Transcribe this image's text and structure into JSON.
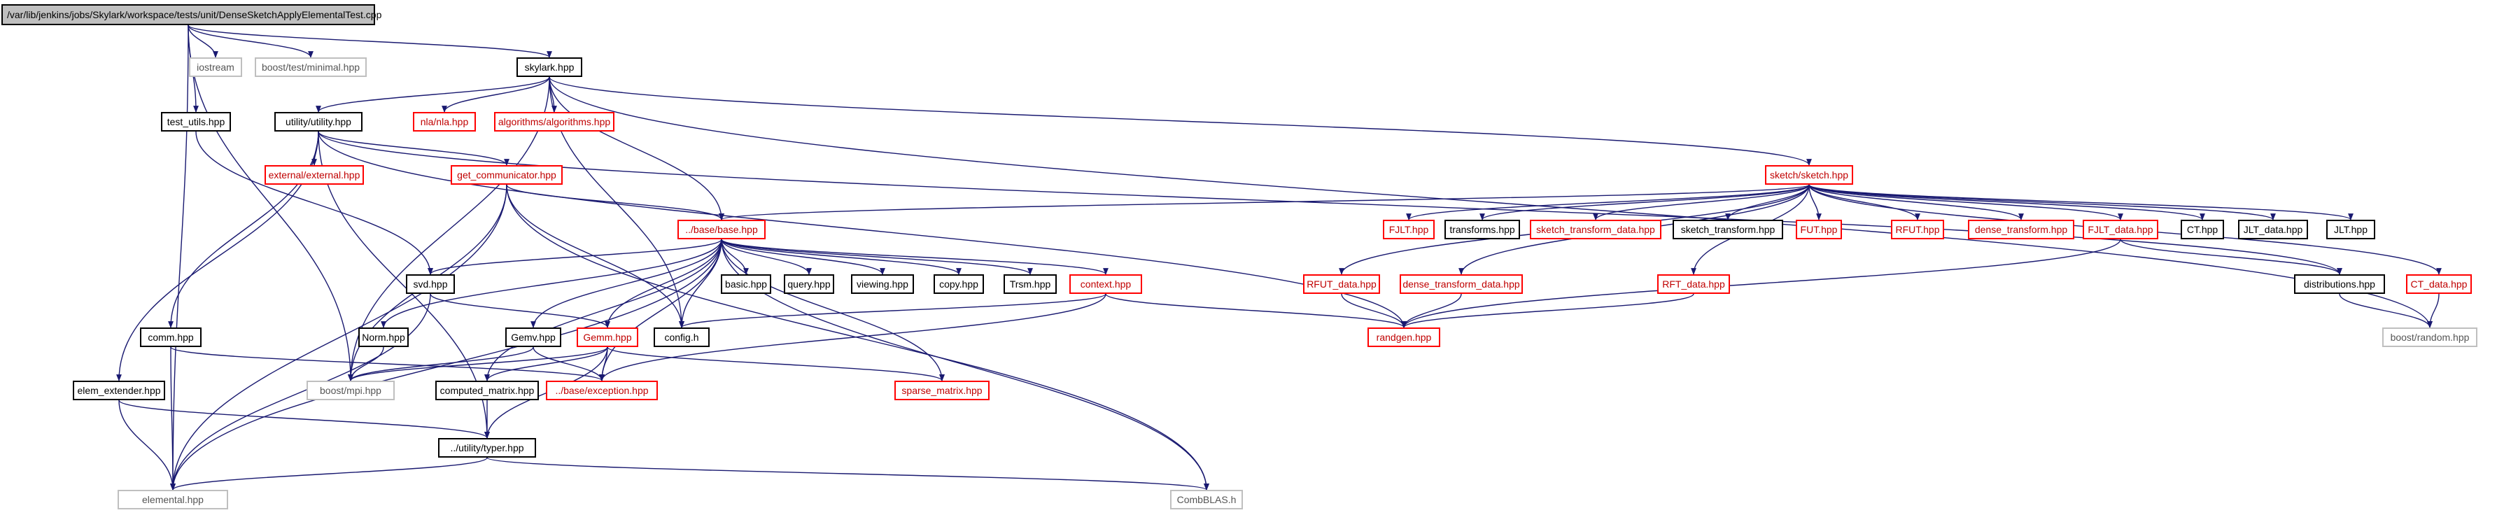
{
  "colors": {
    "edge": "#191970",
    "edge_gray": "#7f7f7f",
    "border_red": "#ff0000",
    "border_gray": "#bfbfbf",
    "root_fill": "#bfbfbf"
  },
  "nodes": {
    "root": "/var/lib/jenkins/jobs/Skylark/workspace/tests/unit/DenseSketchApplyElementalTest.cpp",
    "iostream": "iostream",
    "boost_test": "boost/test/minimal.hpp",
    "skylark": "skylark.hpp",
    "test_utils": "test_utils.hpp",
    "utility": "utility/utility.hpp",
    "nla": "nla/nla.hpp",
    "algorithms": "algorithms/algorithms.hpp",
    "external": "external/external.hpp",
    "get_comm": "get_communicator.hpp",
    "sketch": "sketch/sketch.hpp",
    "base": "../base/base.hpp",
    "fjlt": "FJLT.hpp",
    "transforms": "transforms.hpp",
    "sketch_transform_data": "sketch_transform_data.hpp",
    "sketch_transform": "sketch_transform.hpp",
    "fut": "FUT.hpp",
    "rfut": "RFUT.hpp",
    "dense_transform": "dense_transform.hpp",
    "fjlt_data": "FJLT_data.hpp",
    "ct": "CT.hpp",
    "jlt_data": "JLT_data.hpp",
    "jlt": "JLT.hpp",
    "rfut_data": "RFUT_data.hpp",
    "dense_transform_data": "dense_transform_data.hpp",
    "rft_data": "RFT_data.hpp",
    "distributions": "distributions.hpp",
    "ct_data": "CT_data.hpp",
    "boost_random": "boost/random.hpp",
    "randgen": "randgen.hpp",
    "svd": "svd.hpp",
    "basic": "basic.hpp",
    "query": "query.hpp",
    "viewing": "viewing.hpp",
    "copy": "copy.hpp",
    "trsm": "Trsm.hpp",
    "context": "context.hpp",
    "comm": "comm.hpp",
    "norm": "Norm.hpp",
    "gemv": "Gemv.hpp",
    "gemm": "Gemm.hpp",
    "config": "config.h",
    "boost_mpi": "boost/mpi.hpp",
    "exception": "../base/exception.hpp",
    "sparse_matrix": "sparse_matrix.hpp",
    "computed_matrix": "computed_matrix.hpp",
    "elem_extender": "elem_extender.hpp",
    "typer": "../utility/typer.hpp",
    "elemental": "elemental.hpp",
    "combblas": "CombBLAS.h"
  }
}
